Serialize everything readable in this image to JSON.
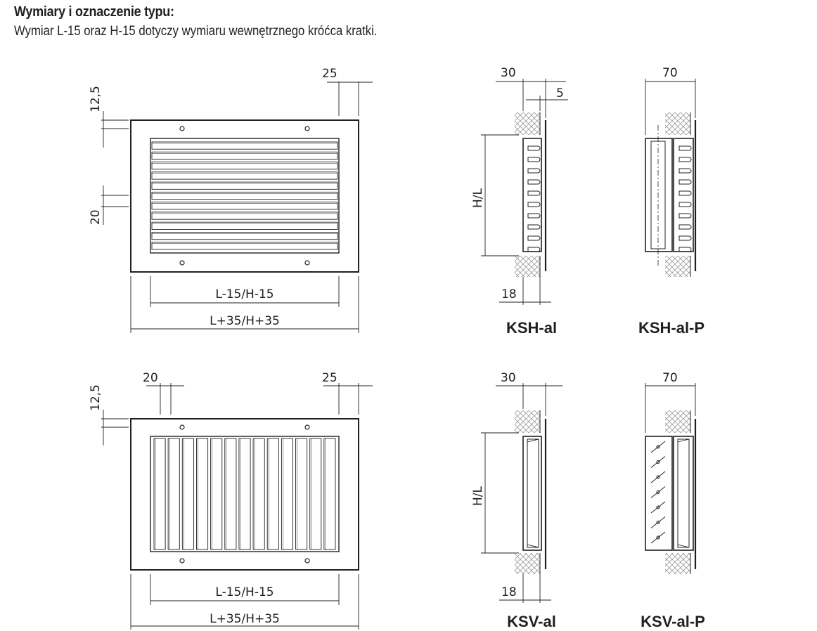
{
  "header": {
    "title": "Wymiary i oznaczenie typu:",
    "subtitle": "Wymiar L-15 oraz H-15 dotyczy wymiaru wewnętrznego króćca kratki."
  },
  "front_h": {
    "dim_top_right": "25",
    "dim_left_top": "12,5",
    "dim_left_mid": "20",
    "dim_inner_width": "L-15/H-15",
    "dim_outer_width": "L+35/H+35"
  },
  "front_v": {
    "dim_top_left": "20",
    "dim_top_right": "25",
    "dim_left_top": "12,5",
    "dim_inner_width": "L-15/H-15",
    "dim_outer_width": "L+35/H+35"
  },
  "ksh_al": {
    "dim_top": "30",
    "dim_top_small": "5",
    "dim_height": "H/L",
    "dim_bottom": "18",
    "label": "KSH-al"
  },
  "ksh_al_p": {
    "dim_top": "70",
    "label": "KSH-al-P"
  },
  "ksv_al": {
    "dim_top": "30",
    "dim_height": "H/L",
    "dim_bottom": "18",
    "label": "KSV-al"
  },
  "ksv_al_p": {
    "dim_top": "70",
    "label": "KSV-al-P"
  }
}
